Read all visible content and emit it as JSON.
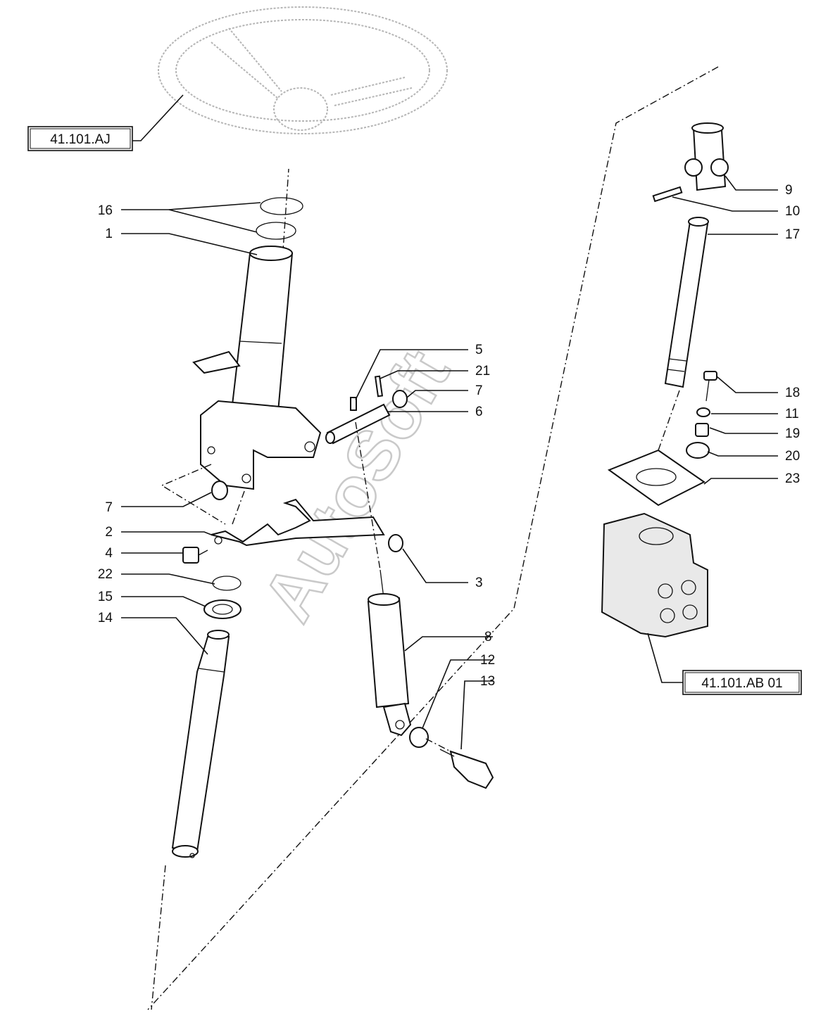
{
  "diagram": {
    "watermark": "AutoSoft",
    "references": [
      {
        "id": "ref-steering-wheel",
        "label": "41.101.AJ"
      },
      {
        "id": "ref-steering-unit",
        "label": "41.101.AB 01"
      }
    ],
    "callouts": [
      "16",
      "1",
      "5",
      "21",
      "7",
      "6",
      "7",
      "2",
      "4",
      "22",
      "15",
      "14",
      "3",
      "8",
      "12",
      "13",
      "9",
      "10",
      "17",
      "18",
      "11",
      "19",
      "20",
      "23"
    ]
  }
}
